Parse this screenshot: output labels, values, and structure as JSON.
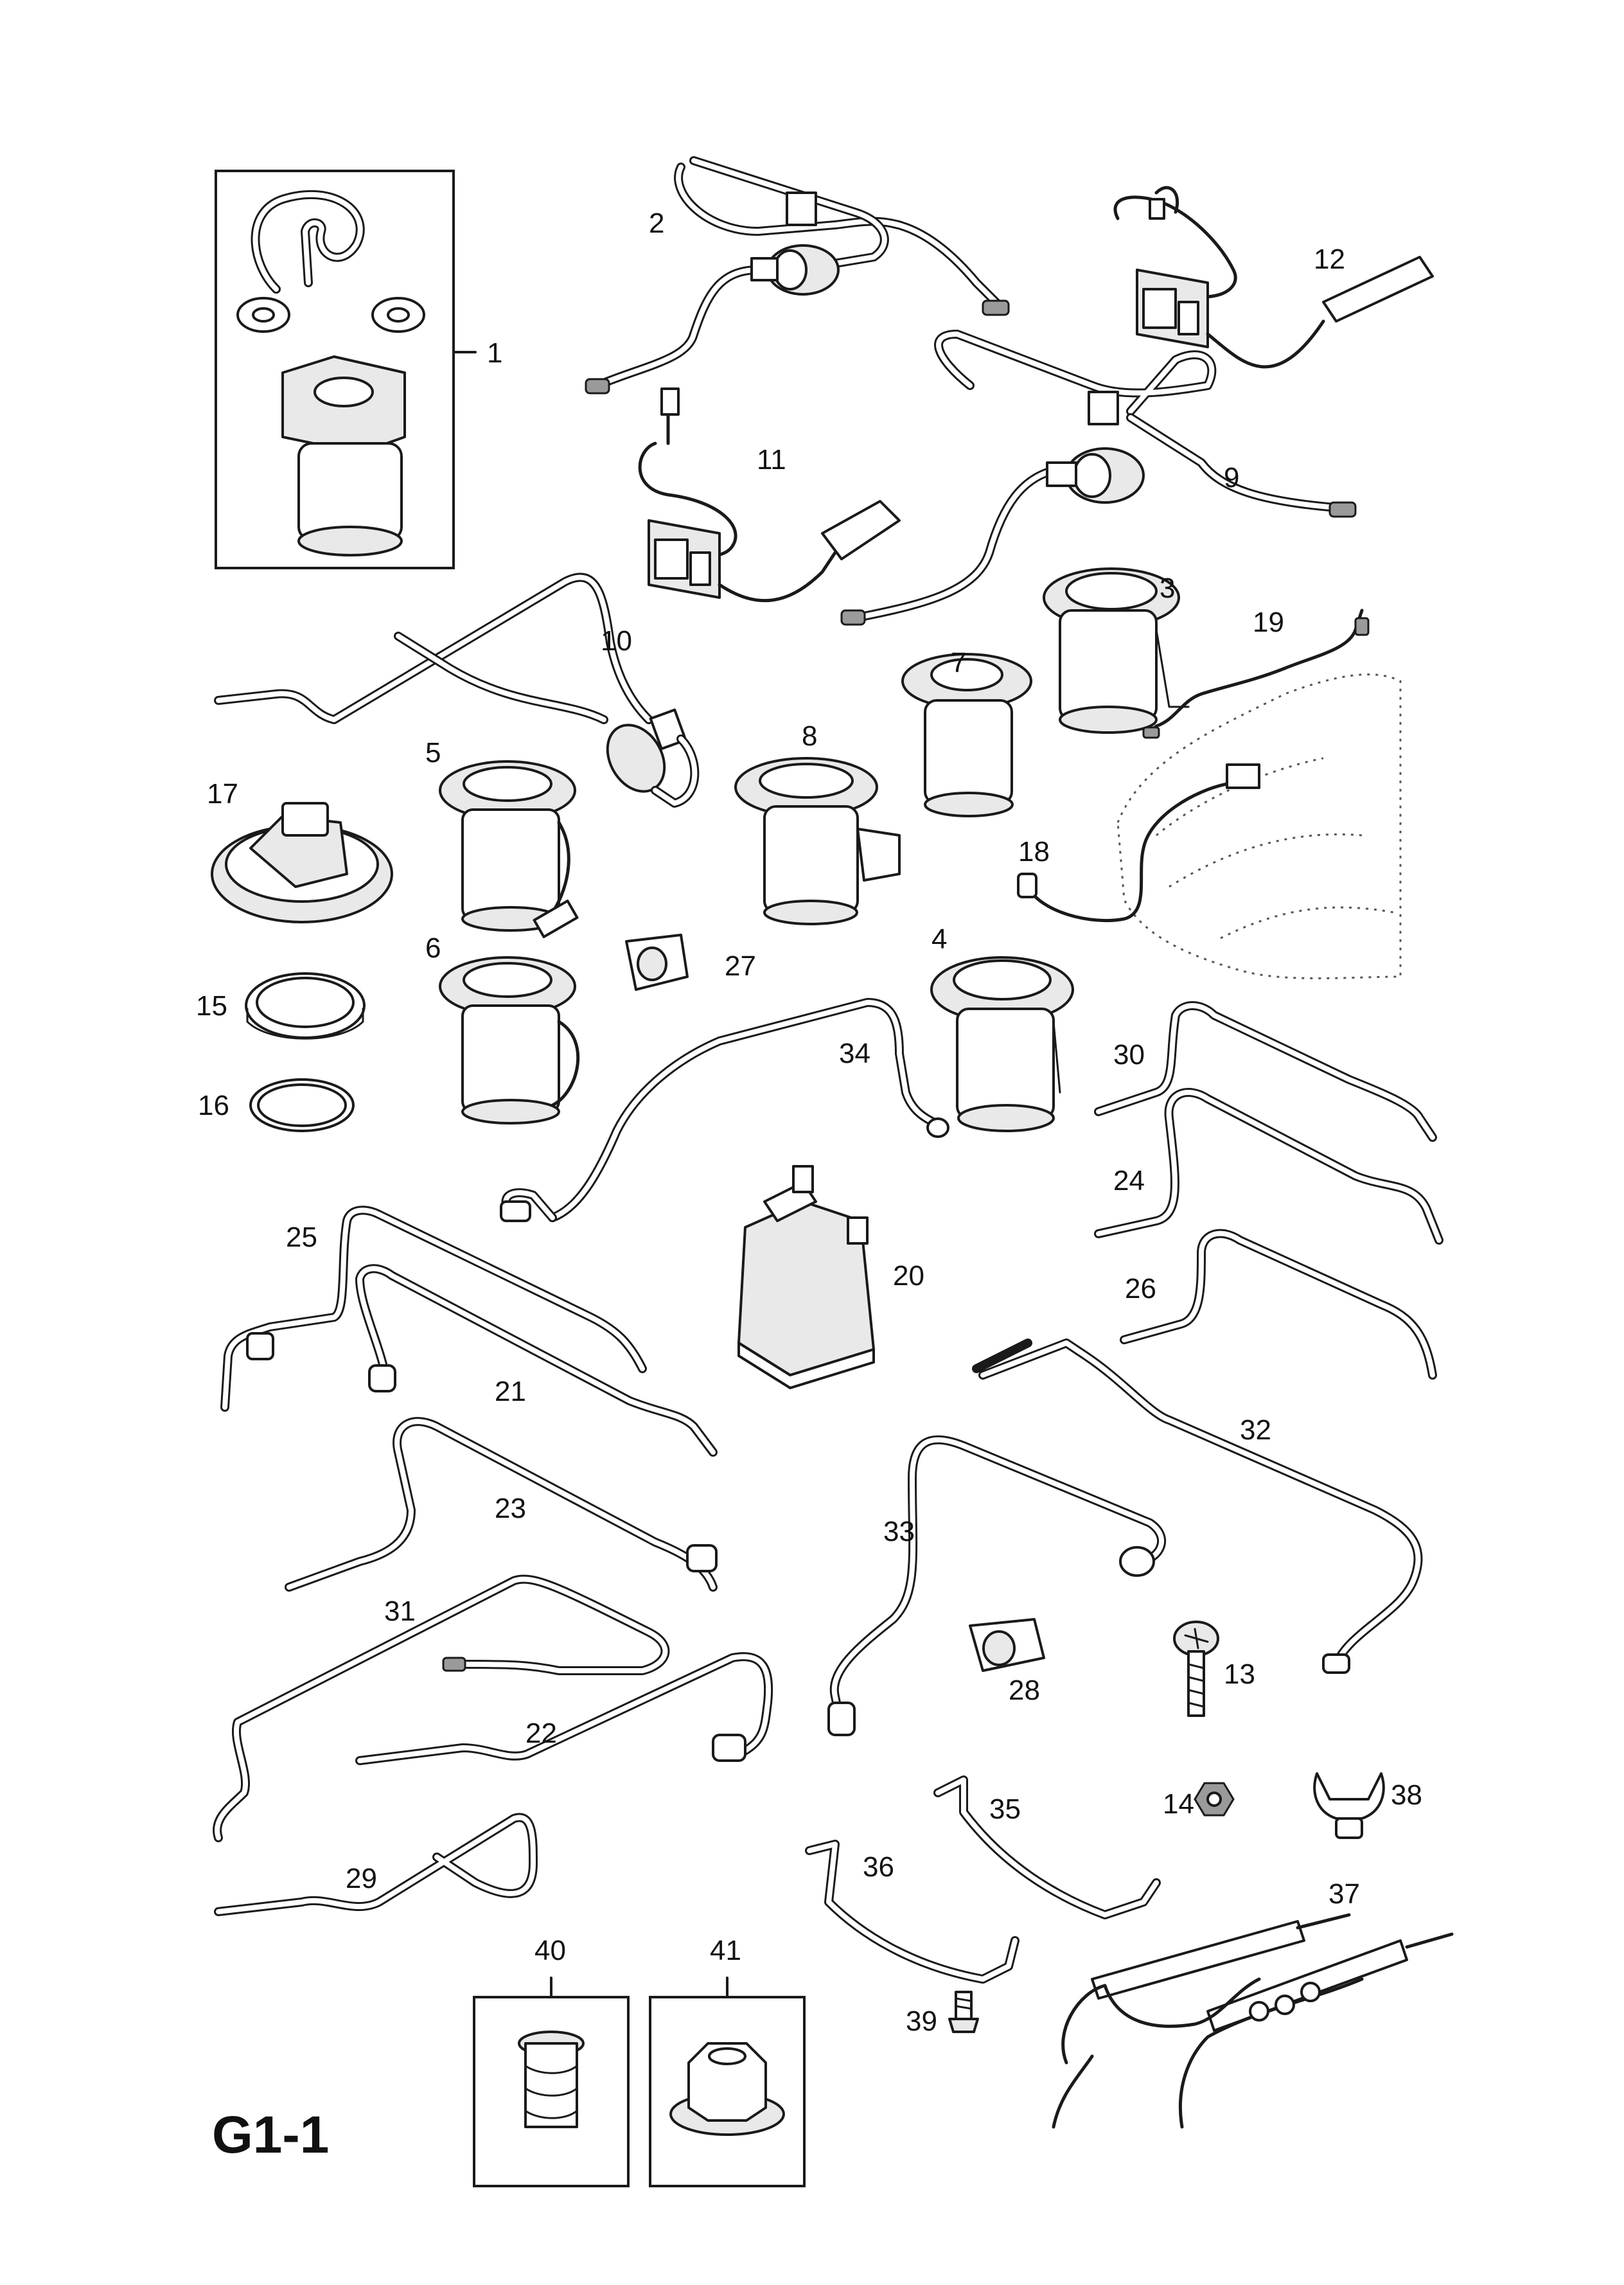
{
  "sheet": {
    "code": "G1-1"
  },
  "callouts": {
    "c1": "1",
    "c2": "2",
    "c3": "3",
    "c4": "4",
    "c5": "5",
    "c6": "6",
    "c7": "7",
    "c8": "8",
    "c9": "9",
    "c10": "10",
    "c11": "11",
    "c12": "12",
    "c13": "13",
    "c14": "14",
    "c15": "15",
    "c16": "16",
    "c17": "17",
    "c18": "18",
    "c19": "19",
    "c20": "20",
    "c21": "21",
    "c22": "22",
    "c23": "23",
    "c24": "24",
    "c25": "25",
    "c26": "26",
    "c27": "27",
    "c28": "28",
    "c29": "29",
    "c30": "30",
    "c31": "31",
    "c32": "32",
    "c33": "33",
    "c34": "34",
    "c35": "35",
    "c36": "36",
    "c37": "37",
    "c38": "38",
    "c39": "39",
    "c40": "40",
    "c41": "41"
  },
  "colors": {
    "line": "#1a1a1a",
    "background": "#ffffff",
    "fill_light": "#e9e9e9"
  }
}
